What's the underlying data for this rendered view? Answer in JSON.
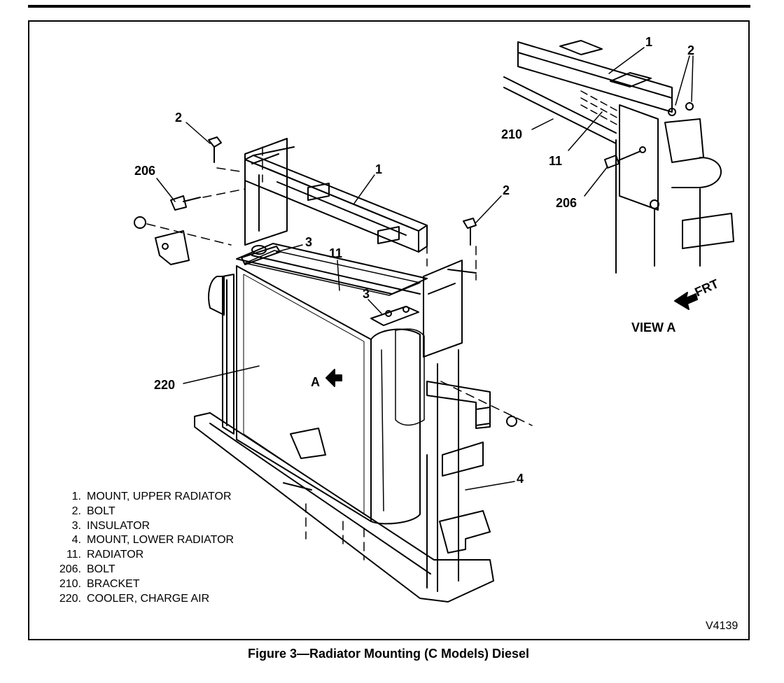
{
  "figure": {
    "caption": "Figure 3—Radiator Mounting (C Models) Diesel",
    "code": "V4139",
    "view_label": "VIEW A",
    "front_label": "FRT",
    "view_arrow_label": "A"
  },
  "callouts": {
    "c1_main": "1",
    "c2_main_left": "2",
    "c2_main_right": "2",
    "c3_main_left": "3",
    "c3_main_right": "3",
    "c4_main": "4",
    "c11_main": "11",
    "c206_main": "206",
    "c220_main": "220",
    "c1_view": "1",
    "c2_view": "2",
    "c11_view": "11",
    "c206_view": "206",
    "c210_view": "210"
  },
  "legend": [
    {
      "num": "1.",
      "text": "MOUNT, UPPER RADIATOR"
    },
    {
      "num": "2.",
      "text": "BOLT"
    },
    {
      "num": "3.",
      "text": "INSULATOR"
    },
    {
      "num": "4.",
      "text": "MOUNT, LOWER RADIATOR"
    },
    {
      "num": "11.",
      "text": "RADIATOR"
    },
    {
      "num": "206.",
      "text": "BOLT"
    },
    {
      "num": "210.",
      "text": "BRACKET"
    },
    {
      "num": "220.",
      "text": "COOLER, CHARGE AIR"
    }
  ]
}
